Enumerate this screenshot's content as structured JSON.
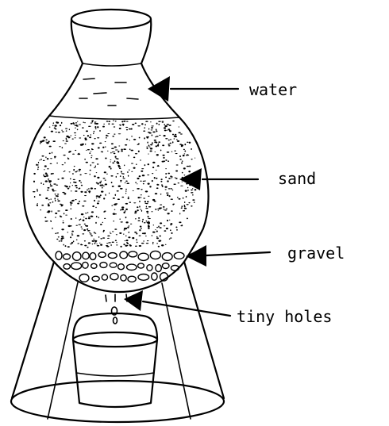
{
  "labels": {
    "water": "water",
    "sand": "sand",
    "gravel": "gravel",
    "holes": "tiny holes"
  },
  "colors": {
    "ink": "#000000",
    "background": "#ffffff"
  }
}
